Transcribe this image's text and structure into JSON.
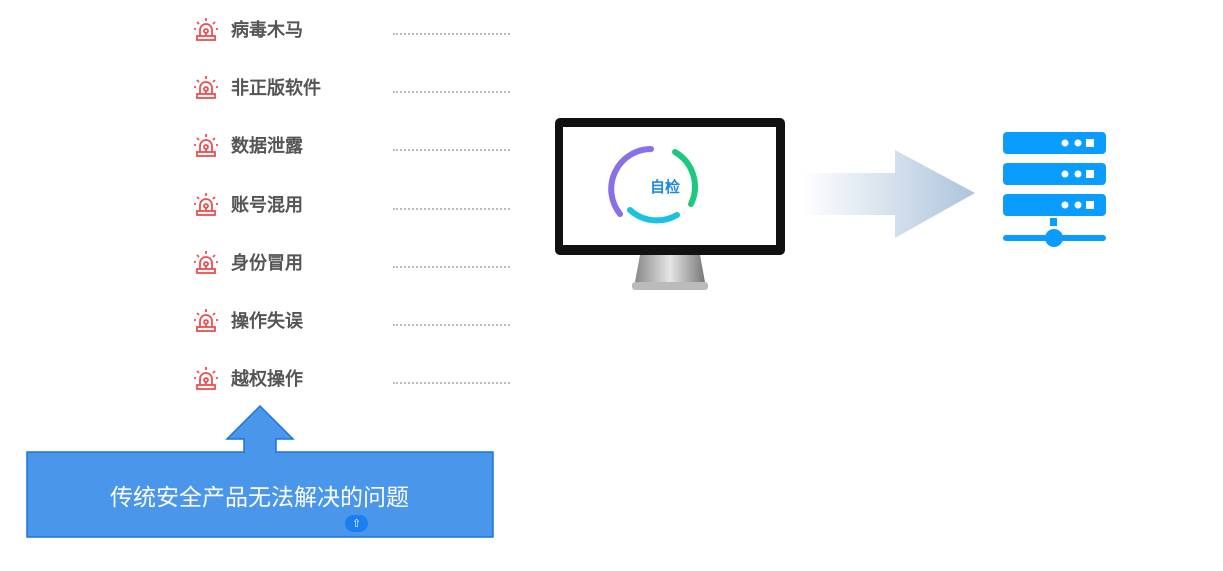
{
  "issues": [
    "病毒木马",
    "非正版软件",
    "数据泄露",
    "账号混用",
    "身份冒用",
    "操作失误",
    "越权操作"
  ],
  "monitor": {
    "label": "自检"
  },
  "callout": {
    "text": "传统安全产品无法解决的问题"
  },
  "colors": {
    "alarm": "#ef4e4e",
    "accent": "#4a96ea",
    "server": "#0a9cff"
  }
}
